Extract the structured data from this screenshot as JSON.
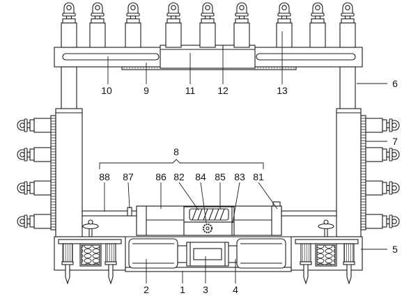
{
  "colors": {
    "stroke": "#1a1a1a",
    "fill": "#ffffff"
  },
  "labels": {
    "p1": "1",
    "p2": "2",
    "p3": "3",
    "p4": "4",
    "p5": "5",
    "p6": "6",
    "p7": "7",
    "p8": "8",
    "p9": "9",
    "p10": "10",
    "p11": "11",
    "p12": "12",
    "p13": "13",
    "p81": "81",
    "p82": "82",
    "p83": "83",
    "p84": "84",
    "p85": "85",
    "p86": "86",
    "p87": "87",
    "p88": "88"
  }
}
